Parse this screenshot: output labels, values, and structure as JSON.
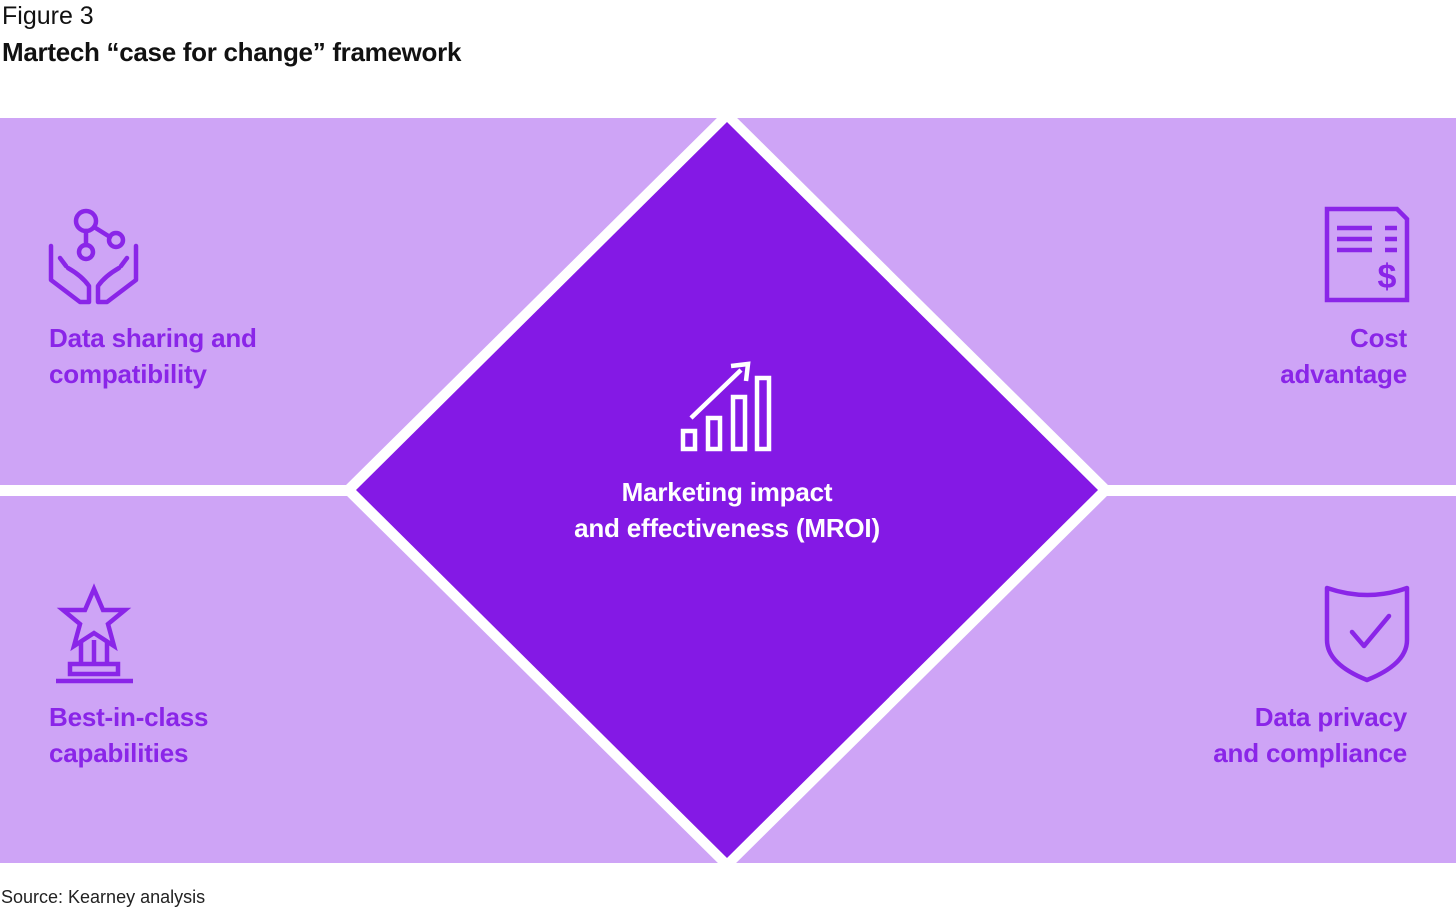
{
  "figure": {
    "label": "Figure 3",
    "title": "Martech “case for change” framework"
  },
  "colors": {
    "light_purple": "#cea4f6",
    "dark_purple": "#8419e5",
    "accent_text": "#8a25e8",
    "divider": "#ffffff"
  },
  "center": {
    "icon": "growth-chart-icon",
    "lines": [
      "Marketing impact",
      "and effectiveness (MROI)"
    ]
  },
  "quadrants": {
    "top_left": {
      "icon": "data-sharing-hands-icon",
      "lines": [
        "Data sharing and",
        "compatibility"
      ]
    },
    "top_right": {
      "icon": "invoice-dollar-icon",
      "lines": [
        "Cost",
        "advantage"
      ]
    },
    "bottom_left": {
      "icon": "star-trophy-icon",
      "lines": [
        "Best-in-class",
        "capabilities"
      ]
    },
    "bottom_right": {
      "icon": "shield-check-icon",
      "lines": [
        "Data privacy",
        "and compliance"
      ]
    }
  },
  "source": "Source: Kearney analysis"
}
